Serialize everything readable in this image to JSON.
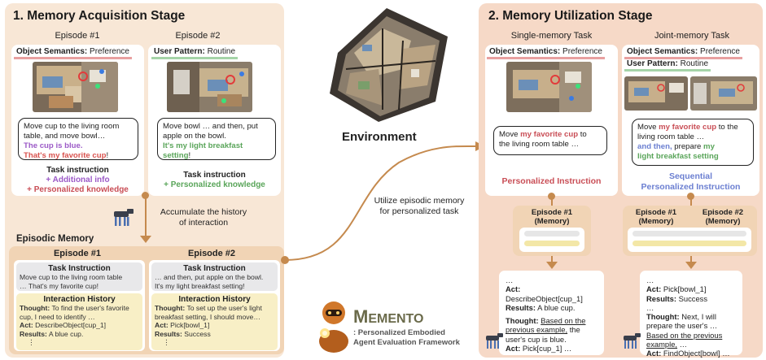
{
  "left": {
    "title": "1. Memory Acquisition Stage",
    "episode1": {
      "label": "Episode #1",
      "tag_bold": "Object Semantics:",
      "tag_rest": " Preference",
      "bubble_line1": "Move cup to the living room",
      "bubble_line2": "table, and move bowl…",
      "bubble_hl1": "The cup is blue.",
      "bubble_hl2": "That's my favorite cup",
      "bubble_hl2_end": "!",
      "ti_title": "Task instruction",
      "ti_plus1": "+ Additional info",
      "ti_plus2": "+ Personalized knowledge"
    },
    "episode2": {
      "label": "Episode #2",
      "tag_bold": "User Pattern:",
      "tag_rest": " Routine",
      "bubble_line1": "Move bowl … and then, put",
      "bubble_line2": "apple on the bowl.",
      "bubble_hl1": "It's my light breakfast",
      "bubble_hl2": "setting",
      "bubble_hl2_end": "!",
      "ti_title": "Task instruction",
      "ti_plus1": "+ Personalized knowledge"
    },
    "accumulate_line1": "Accumulate the history",
    "accumulate_line2": "of interaction",
    "episodic_memory": {
      "title": "Episodic Memory",
      "ep1": {
        "label": "Episode #1",
        "ti_title": "Task Instruction",
        "ti_line1": "Move cup to the living room table",
        "ti_line2": "… That's my favorite cup!",
        "ih_title": "Interaction History",
        "thought_label": "Thought:",
        "thought_text": " To find the user's favorite",
        "thought_line2": "cup, I need to identify …",
        "act_label": "Act:",
        "act_text": " DescribeObject[cup_1]",
        "results_label": "Results:",
        "results_text": " A blue cup.",
        "dots": "⋮"
      },
      "ep2": {
        "label": "Episode #2",
        "ti_title": "Task Instruction",
        "ti_line1": "… and then, put apple on the bowl.",
        "ti_line2": "It's my light breakfast setting!",
        "ih_title": "Interaction History",
        "thought_label": "Thought:",
        "thought_text": " To set up the user's light",
        "thought_line2": "breakfast setting, I should move…",
        "act_label": "Act:",
        "act_text": " Pick[bowl_1]",
        "results_label": "Results:",
        "results_text": " Success",
        "dots": "⋮"
      }
    }
  },
  "center": {
    "environment": "Environment",
    "utilize_line1": "Utilize episodic memory",
    "utilize_line2": "for personalized task",
    "memento_first": "M",
    "memento_rest": "EMENTO",
    "memento_sub1": ": Personalized Embodied",
    "memento_sub2": "Agent Evaluation Framework"
  },
  "right": {
    "title": "2. Memory Utilization Stage",
    "single": {
      "label": "Single-memory Task",
      "tag_bold": "Object Semantics:",
      "tag_rest": " Preference",
      "bubble_pre": "Move ",
      "bubble_hl": "my favorite cup",
      "bubble_post": " to",
      "bubble_line2": "the living room table …",
      "instr": "Personalized Instruction",
      "mem_label1": "Episode #1",
      "mem_label2": "(Memory)",
      "r_dots": "…",
      "r_act_label": "Act:",
      "r_act_text": "DescribeObject[cup_1]",
      "r_results_label": "Results:",
      "r_results_text": " A blue cup.",
      "r_thought_label": "Thought:",
      "r_thought_ul1": "Based on the",
      "r_thought_ul2": "previous example,",
      "r_thought_rest": " the",
      "r_thought_line3": "user's cup is blue.",
      "r_act2_label": "Act:",
      "r_act2_text": " Pick[cup_1] …"
    },
    "joint": {
      "label": "Joint-memory Task",
      "tag1_bold": "Object Semantics:",
      "tag1_rest": " Preference",
      "tag2_bold": "User Pattern:",
      "tag2_rest": " Routine",
      "bubble_pre": "Move ",
      "bubble_hl": "my favorite cup",
      "bubble_post": " to the",
      "bubble_line2": "living room table …",
      "bubble_hl2": "and then,",
      "bubble_mid": " prepare ",
      "bubble_hl3": "my",
      "bubble_hl4": "light breakfast setting",
      "instr1": "Sequential",
      "instr2": "Personalized Instruction",
      "mem1_label1": "Episode #1",
      "mem1_label2": "(Memory)",
      "mem2_label1": "Episode #2",
      "mem2_label2": "(Memory)",
      "r_dots": "…",
      "r_act_label": "Act:",
      "r_act_text": " Pick[bowl_1]",
      "r_results_label": "Results:",
      "r_results_text": " Success",
      "r_dots2": "…",
      "r_thought_label": "Thought:",
      "r_thought_text": " Next, I will",
      "r_thought_line2": "prepare the user's …",
      "r_thought_ul": "Based on the previous",
      "r_thought_ul2": "example,",
      "r_thought_rest": " …",
      "r_act2_label": "Act:",
      "r_act2_text": " FindObject[bowl] …"
    }
  }
}
